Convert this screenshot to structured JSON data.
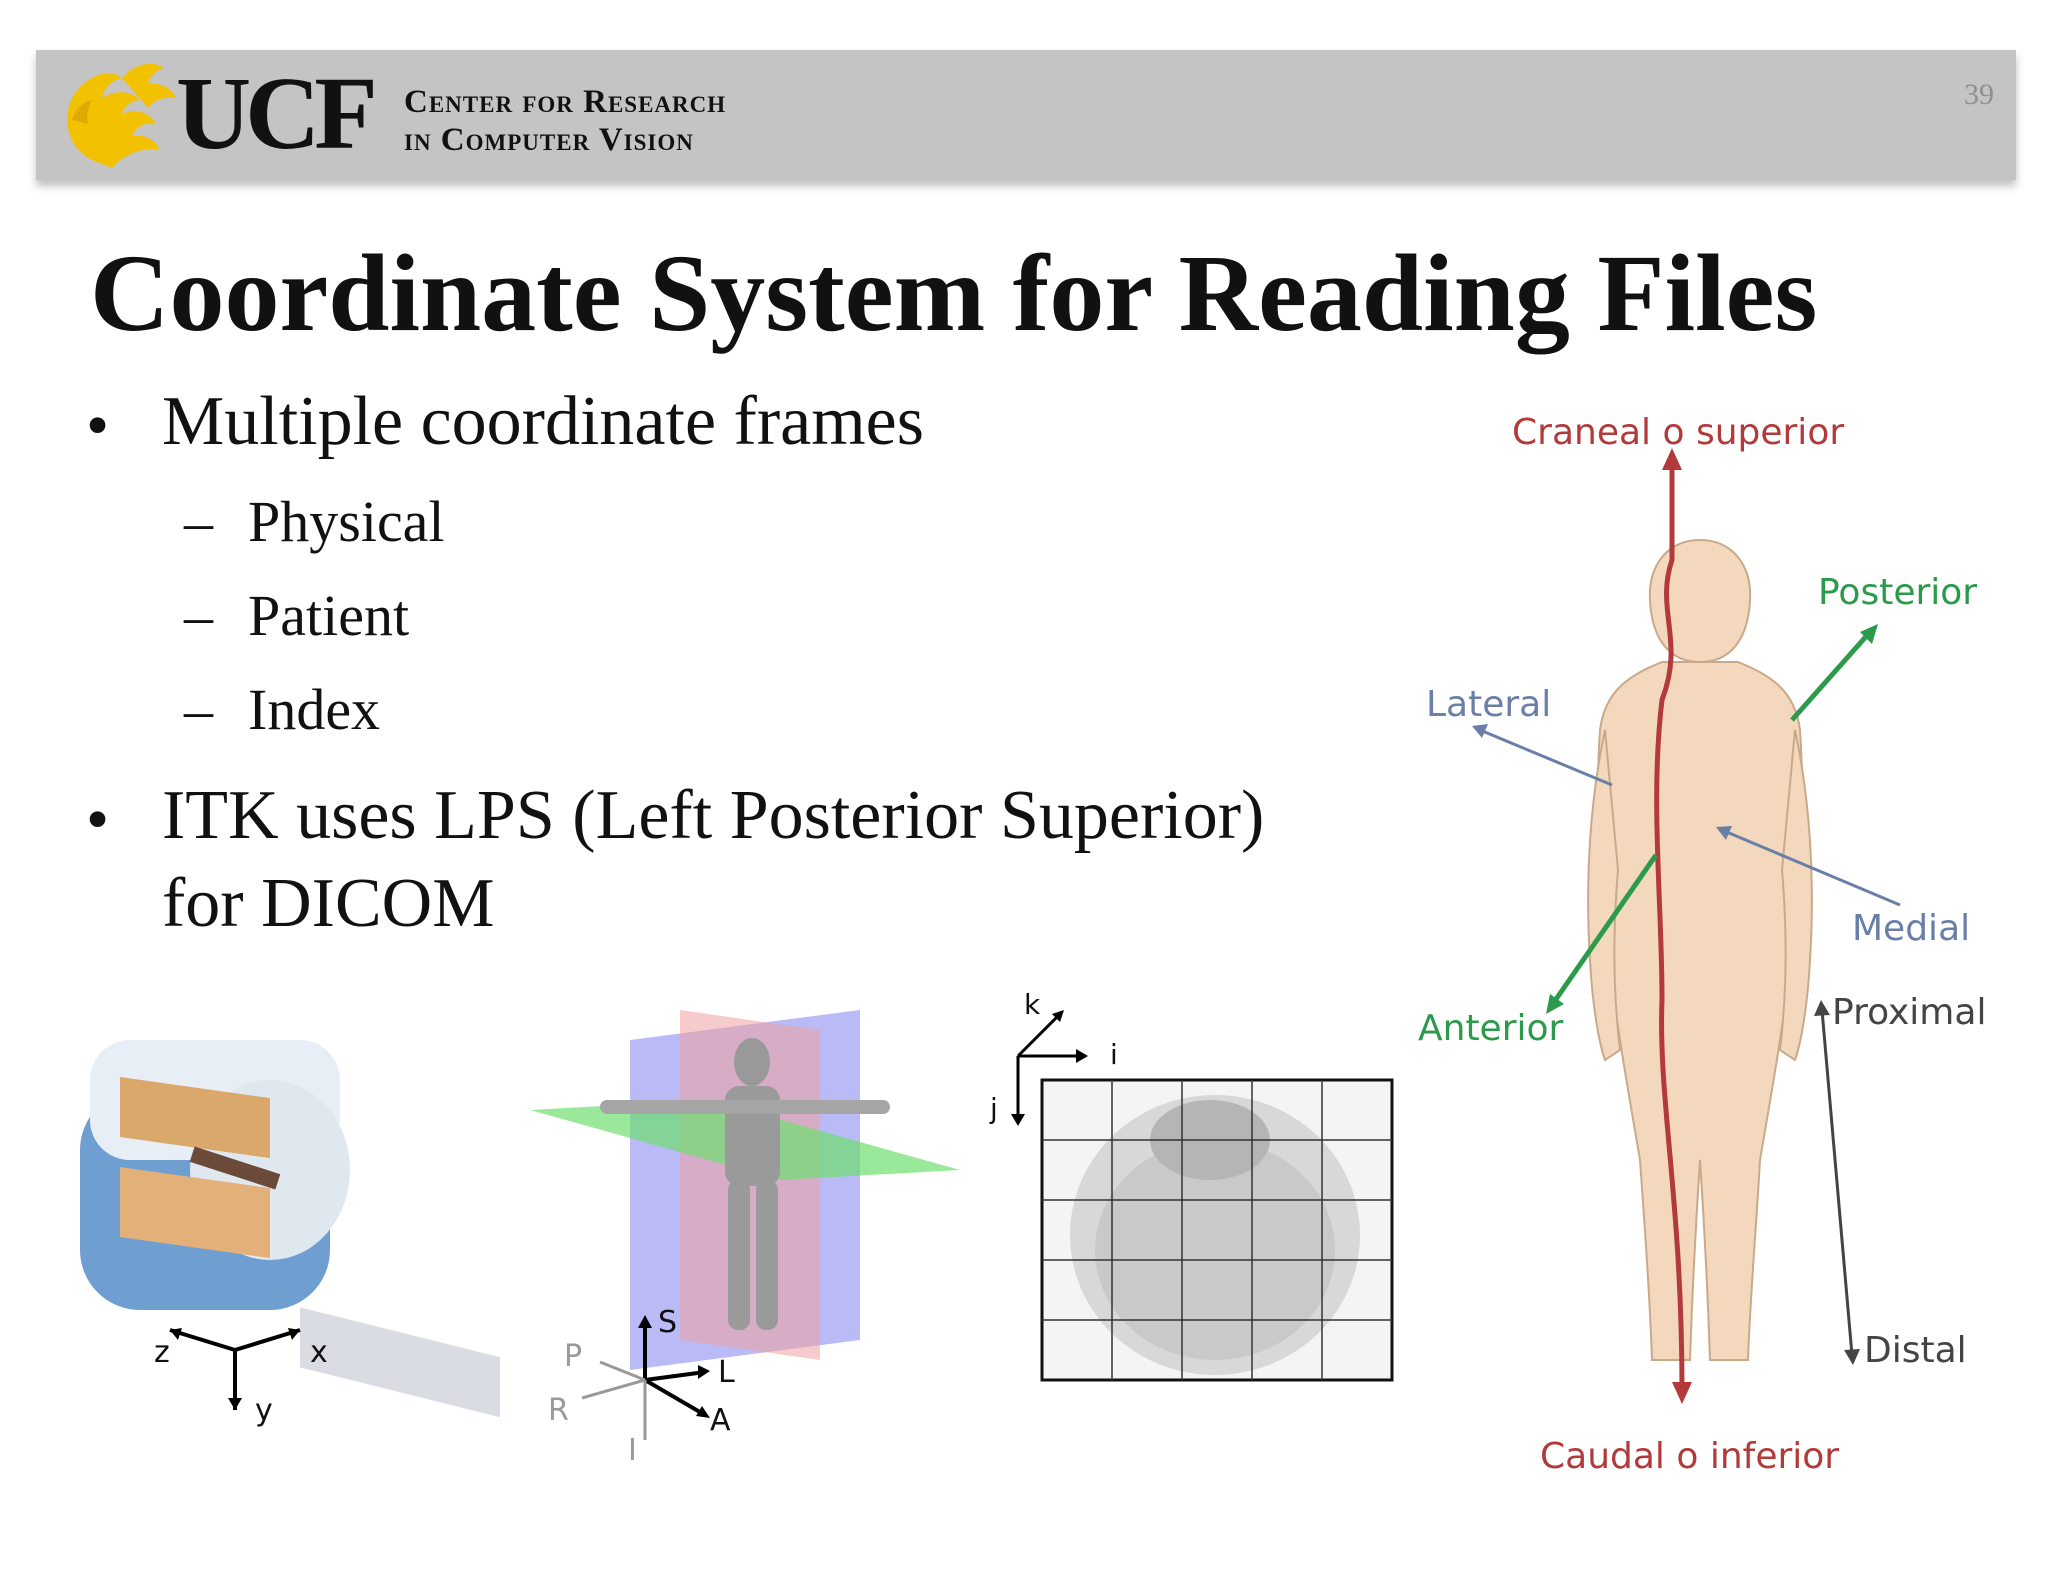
{
  "header": {
    "logo": "UCF",
    "org_line1": "Center for Research",
    "org_line2": "in Computer Vision",
    "page_number": "39"
  },
  "title": "Coordinate System for Reading Files",
  "bullets": [
    {
      "text": "Multiple coordinate frames",
      "subitems": [
        "Physical",
        "Patient",
        "Index"
      ]
    },
    {
      "line1": "ITK uses LPS (Left Posterior Superior)",
      "line2": "for DICOM"
    }
  ],
  "scanner_axes": {
    "z": "z",
    "x": "x",
    "y": "y"
  },
  "patient_axes": {
    "S": "S",
    "P": "P",
    "L": "L",
    "R": "R",
    "A": "A",
    "I": "I"
  },
  "index_axes": {
    "k": "k",
    "i": "i",
    "j": "j"
  },
  "anatomy_labels": {
    "superior": "Craneal o superior",
    "posterior": "Posterior",
    "lateral": "Lateral",
    "medial": "Medial",
    "anterior": "Anterior",
    "proximal": "Proximal",
    "distal": "Distal",
    "inferior": "Caudal o inferior"
  },
  "colors": {
    "header_bg": "#c4c4c4",
    "logo_gold": "#f2c200",
    "superior_red": "#b23a3a",
    "posterior_green": "#2b9a4a",
    "lateral_blue": "#6a7fa8",
    "skin": "#f4d8bd"
  }
}
